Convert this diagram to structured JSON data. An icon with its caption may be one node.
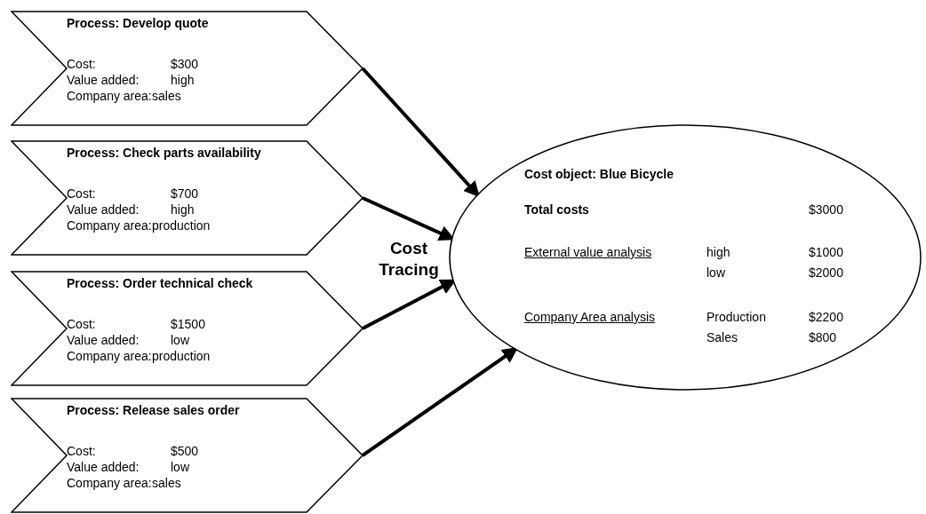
{
  "diagram": {
    "nodes": [
      {
        "text": [
          "Process: Develop quote",
          "Cost:",
          "$300",
          "Value added:",
          "high",
          "Company area:",
          "sales"
        ]
      },
      {
        "text": [
          "Process: Check parts availability",
          "Cost:",
          "$700",
          "Value added:",
          "high",
          "Company area:",
          "production"
        ]
      },
      {
        "text": [
          "Process: Order technical check",
          "Cost:",
          "$1500",
          "Value added:",
          "low",
          "Company area:",
          "production"
        ]
      },
      {
        "text": [
          "Process: Release sales order",
          "Cost:",
          "$500",
          "Value added:",
          "low",
          "Company area:",
          "sales"
        ]
      },
      {
        "text": [
          "Cost object: Blue Bicycle",
          "Total costs",
          "$3000",
          "External value analysis",
          "high",
          "$1000",
          "low",
          "$2000",
          "Company Area analysis",
          "Production",
          "$2200",
          "Sales",
          "$800"
        ]
      }
    ],
    "edges": [
      {
        "from": 0,
        "to": 4,
        "arrow": "to"
      },
      {
        "from": 1,
        "to": 4,
        "arrow": "to"
      },
      {
        "from": 2,
        "to": 4,
        "arrow": "to"
      },
      {
        "from": 3,
        "to": 4,
        "arrow": "to"
      }
    ],
    "labels": [
      "Cost Tracing"
    ]
  }
}
